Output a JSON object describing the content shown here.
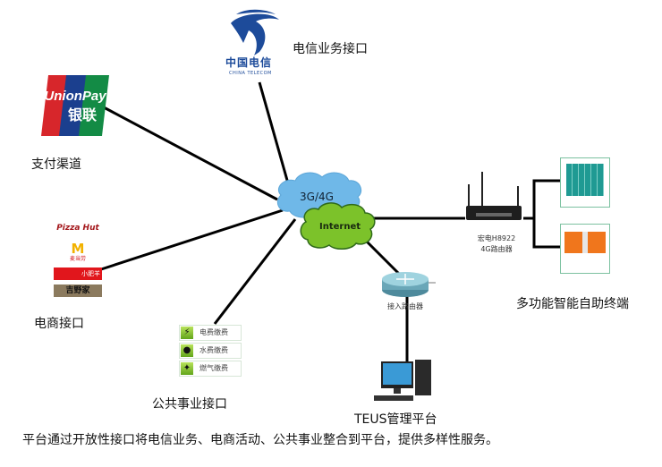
{
  "nodes": {
    "telecom": {
      "label": "电信业务接口",
      "logo_cn": "中国电信",
      "logo_en": "CHINA TELECOM",
      "icon": "china-telecom-logo"
    },
    "payment": {
      "label": "支付渠道",
      "logo_text_top": "UnionPay",
      "logo_text_bottom": "银联",
      "icon": "unionpay-logo"
    },
    "ecommerce": {
      "label": "电商接口",
      "brands": [
        "Pizza Hut",
        "麦当劳",
        "小肥羊",
        "吉野家"
      ]
    },
    "public_utility": {
      "label": "公共事业接口",
      "items": [
        {
          "label": "电费缴费",
          "icon": "lightning-icon"
        },
        {
          "label": "水费缴费",
          "icon": "water-drop-icon"
        },
        {
          "label": "燃气缴费",
          "icon": "flame-icon"
        }
      ]
    },
    "network_3g4g": {
      "label": "3G/4G",
      "icon": "cloud-icon"
    },
    "network_internet": {
      "label": "Internet",
      "icon": "cloud-icon"
    },
    "router_4g": {
      "label_line1": "宏电H8922",
      "label_line2": "4G路由器",
      "icon": "router-icon"
    },
    "access_router": {
      "label": "接入路由器",
      "icon": "router-icon"
    },
    "management": {
      "label": "TEUS管理平台",
      "icon": "desktop-computer-icon"
    },
    "terminals": {
      "label": "多功能智能自助终端",
      "icon": "kiosk-icon"
    }
  },
  "caption": "平台通过开放性接口将电信业务、电商活动、公共事业整合到平台，提供多样性服务。",
  "colors": {
    "cloud_3g": "#6fb8e8",
    "cloud_internet": "#7cc22a",
    "telecom_blue": "#1d4b9a",
    "unionpay_red": "#d7262b",
    "unionpay_blue": "#1b3f8e",
    "unionpay_green": "#138b45"
  }
}
